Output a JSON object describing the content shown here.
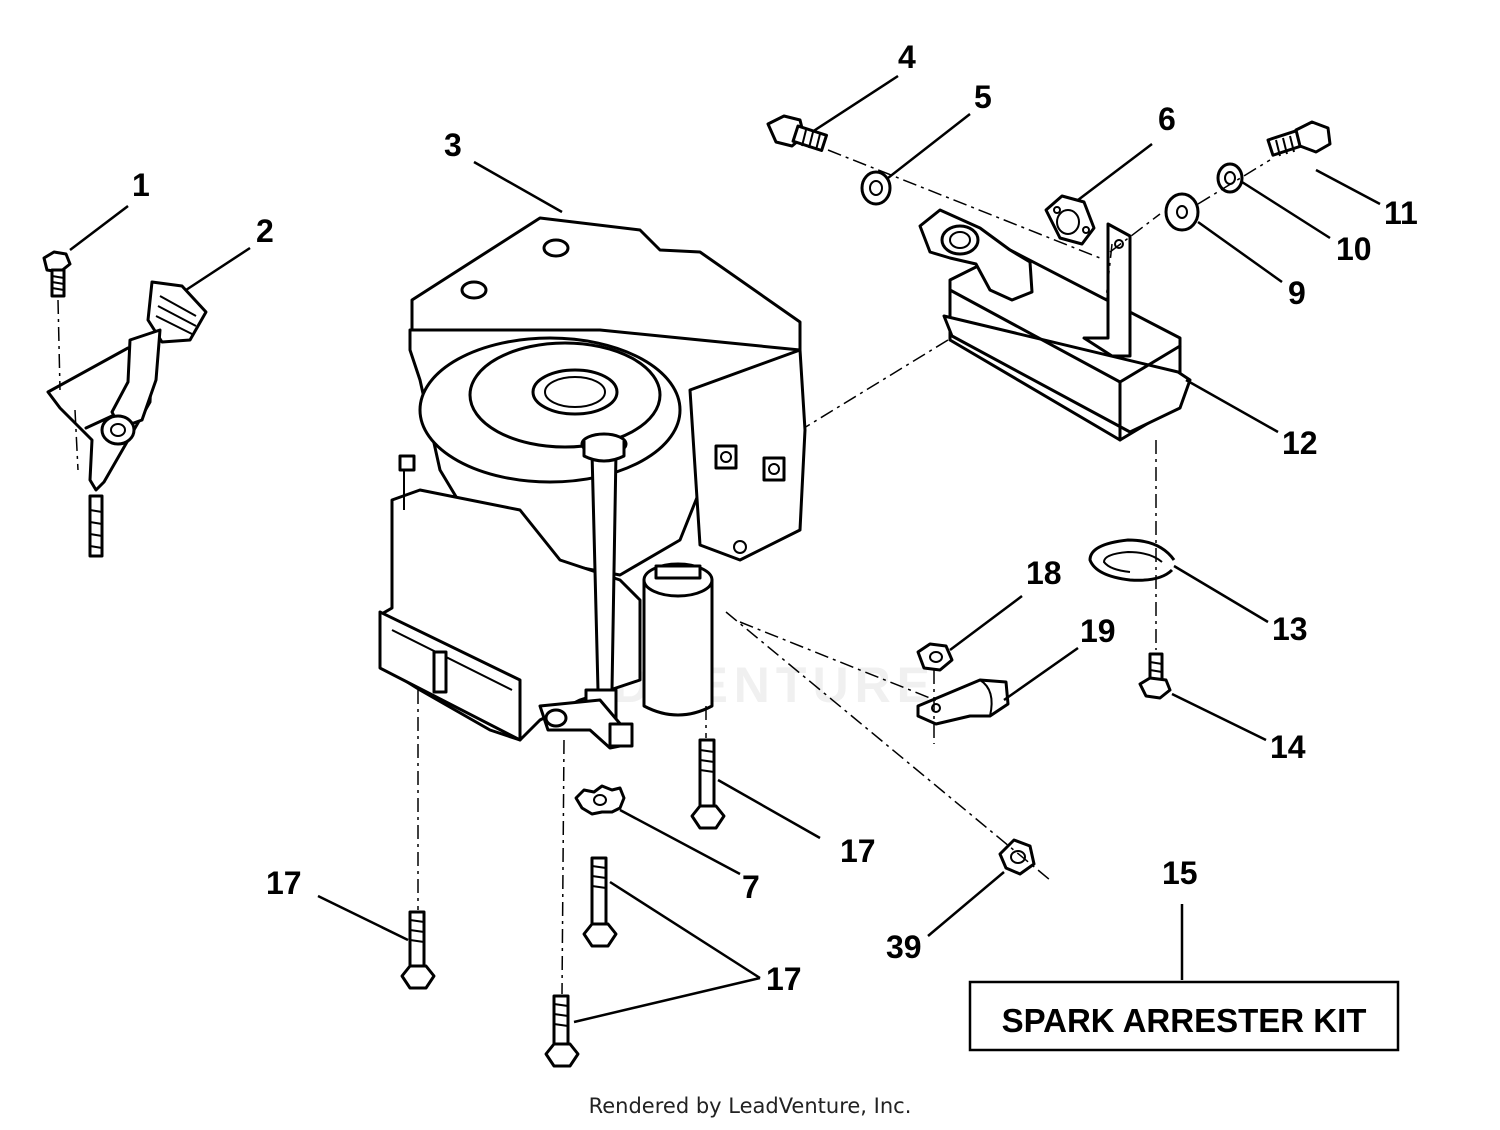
{
  "callouts": {
    "c1": "1",
    "c2": "2",
    "c3": "3",
    "c4": "4",
    "c5": "5",
    "c6": "6",
    "c7": "7",
    "c9": "9",
    "c10": "10",
    "c11": "11",
    "c12": "12",
    "c13": "13",
    "c14": "14",
    "c15": "15",
    "c17": "17",
    "c18": "18",
    "c19": "19",
    "c39": "39"
  },
  "kit_label": "SPARK ARRESTER KIT",
  "watermark": "LEADVENTURE",
  "footer": "Rendered by LeadVenture, Inc."
}
